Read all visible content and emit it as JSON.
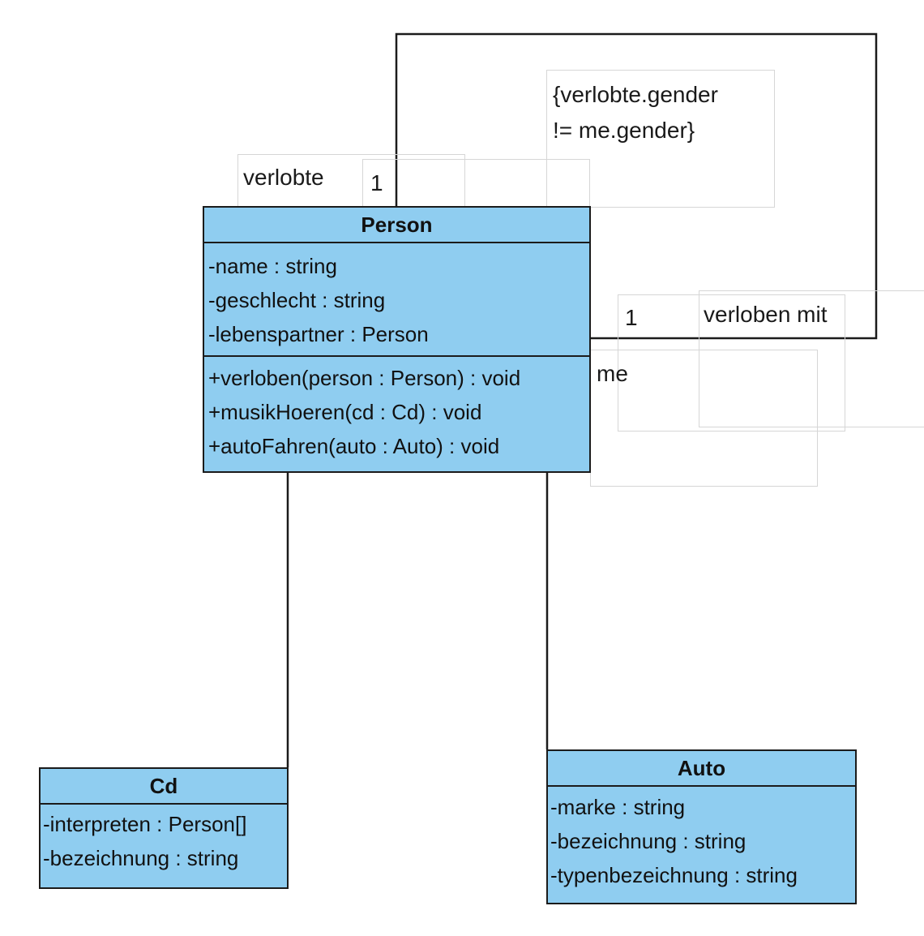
{
  "classes": {
    "person": {
      "name": "Person",
      "attributes": [
        "-name : string",
        "-geschlecht : string",
        "-lebenspartner : Person"
      ],
      "operations": [
        "+verloben(person : Person) : void",
        "+musikHoeren(cd : Cd) : void",
        "+autoFahren(auto : Auto) : void"
      ]
    },
    "cd": {
      "name": "Cd",
      "attributes": [
        "-interpreten : Person[]",
        "-bezeichnung : string"
      ]
    },
    "auto": {
      "name": "Auto",
      "attributes": [
        "-marke : string",
        "-bezeichnung : string",
        "-typenbezeichnung : string"
      ]
    }
  },
  "association": {
    "name": "verloben mit",
    "end_a": {
      "role": "verlobte",
      "multiplicity": "1"
    },
    "end_b": {
      "role": "me",
      "multiplicity": "1"
    },
    "constraint": [
      "{verlobte.gender",
      "!= me.gender}"
    ]
  },
  "colors": {
    "class_fill": "#8fcdf0",
    "line": "#1b1b1b",
    "label_box": "#d6d6d6"
  }
}
